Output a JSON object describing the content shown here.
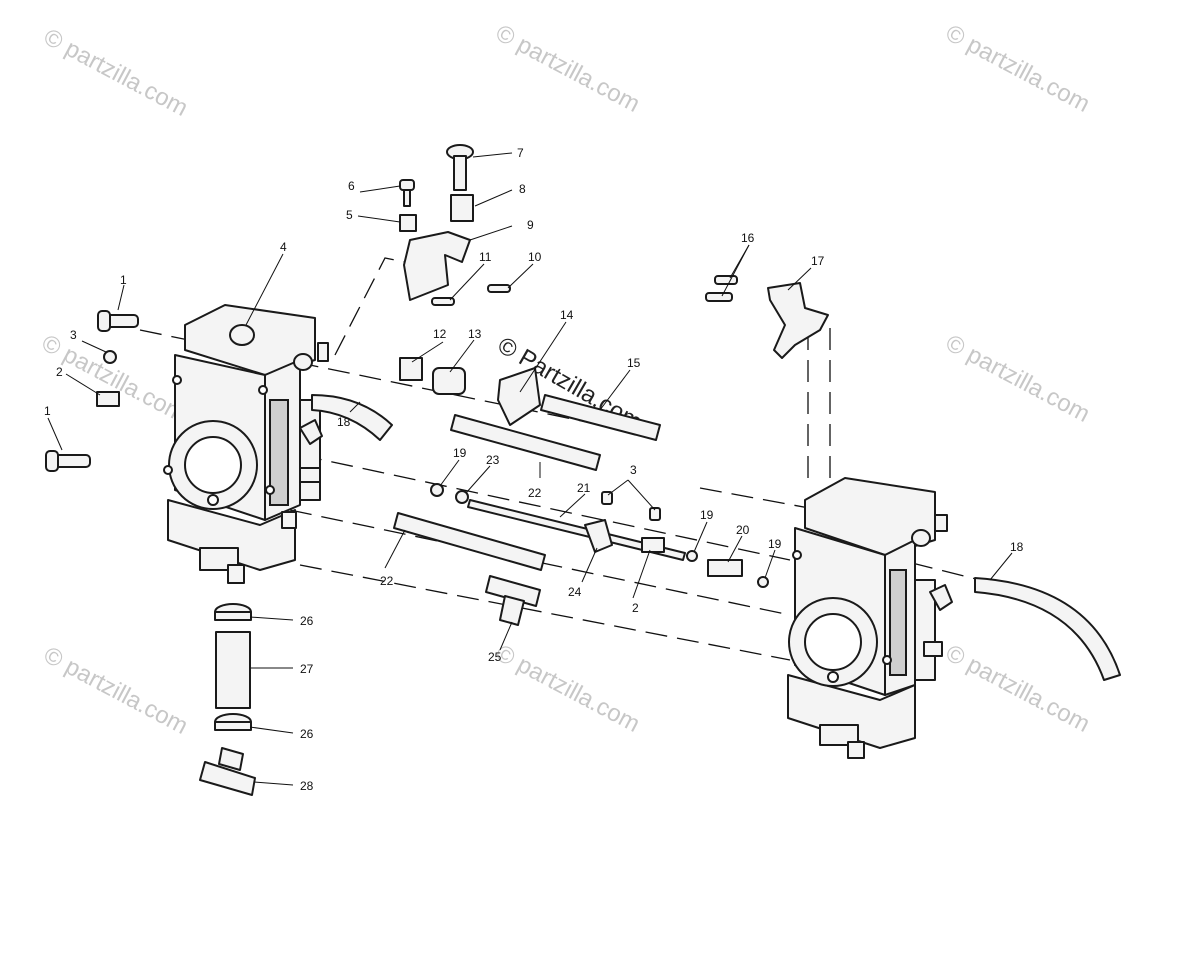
{
  "watermark": "© partzilla.com",
  "center_watermark": "© Partzilla.com",
  "callouts": {
    "c1a": "1",
    "c1b": "1",
    "c2a": "2",
    "c2b": "2",
    "c3a": "3",
    "c3b": "3",
    "c4": "4",
    "c5": "5",
    "c6": "6",
    "c7": "7",
    "c8": "8",
    "c9": "9",
    "c10": "10",
    "c11": "11",
    "c12": "12",
    "c13": "13",
    "c14": "14",
    "c15": "15",
    "c16": "16",
    "c17": "17",
    "c18a": "18",
    "c18b": "18",
    "c19a": "19",
    "c19b": "19",
    "c19c": "19",
    "c20": "20",
    "c21": "21",
    "c22a": "22",
    "c22b": "22",
    "c23": "23",
    "c24": "24",
    "c25": "25",
    "c26a": "26",
    "c26b": "26",
    "c27": "27",
    "c28": "28"
  }
}
